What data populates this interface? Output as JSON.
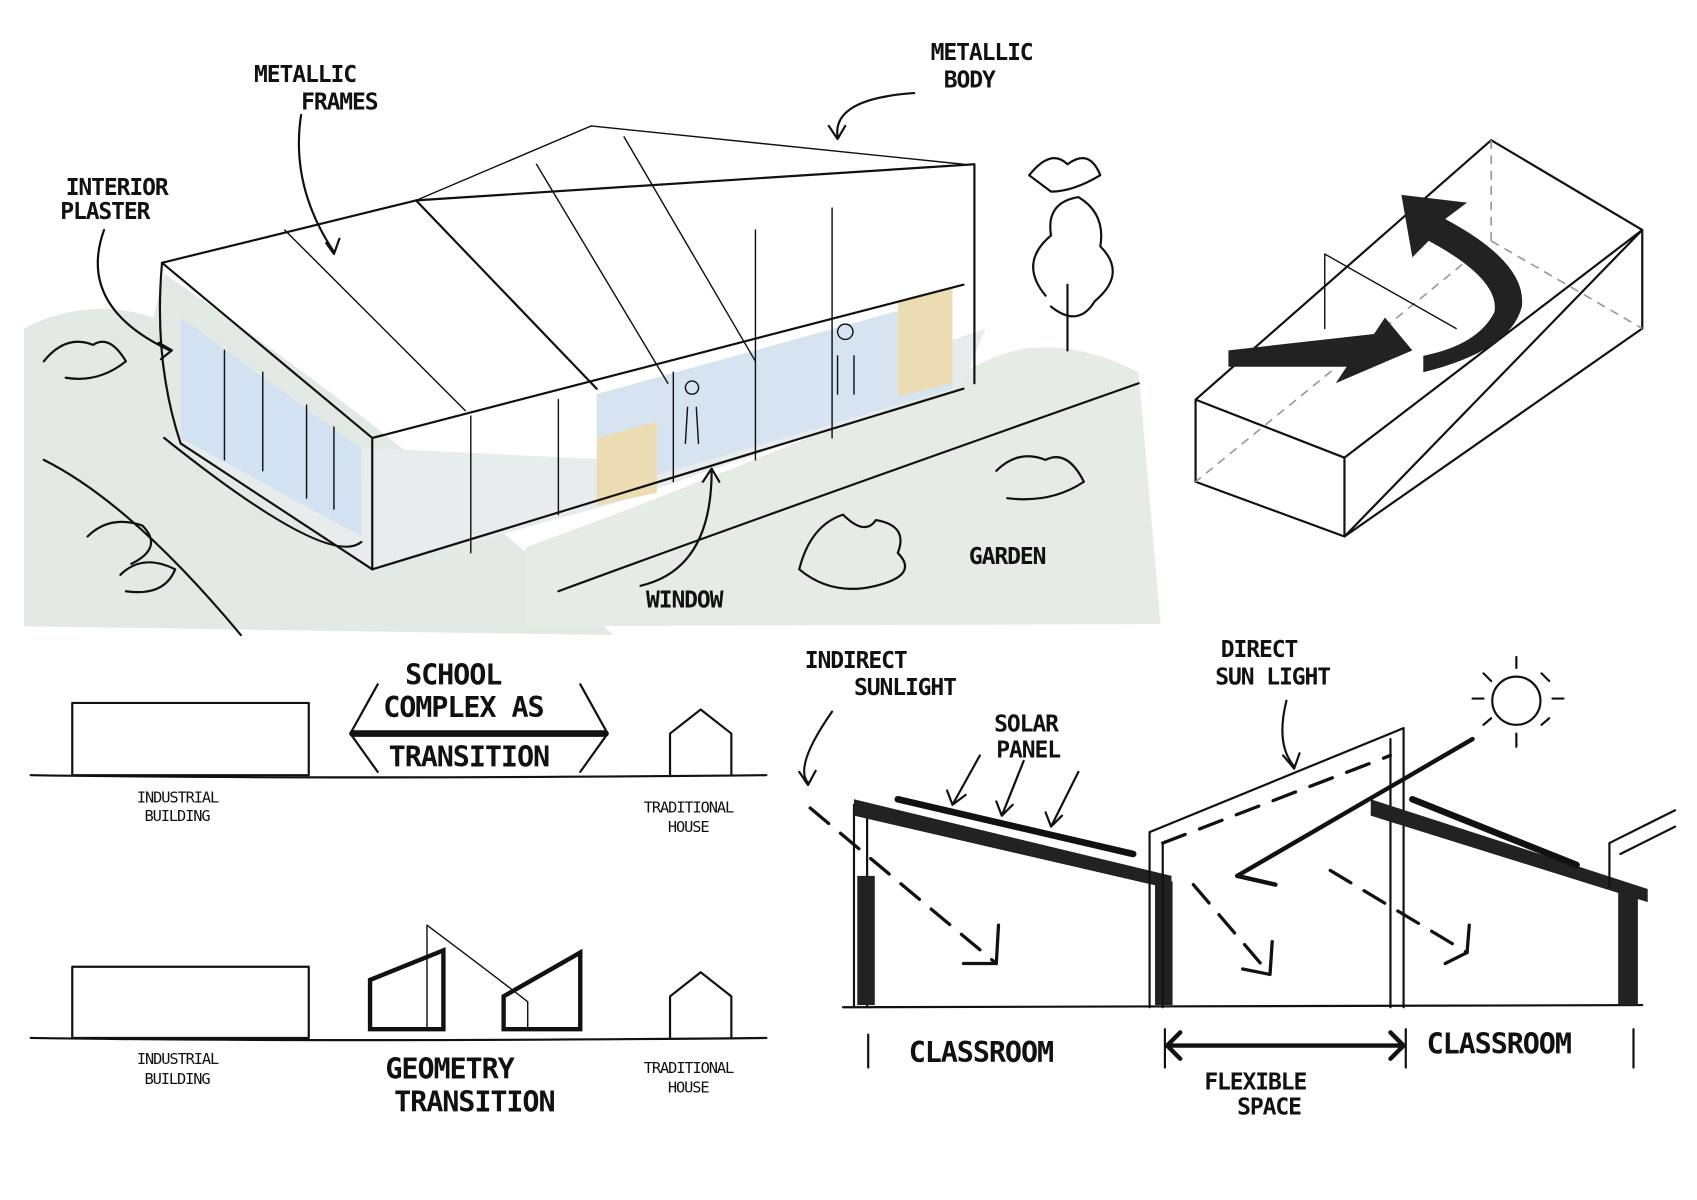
{
  "isometric_sketch": {
    "labels": {
      "metallic_frames": [
        "METALLIC",
        "FRAMES"
      ],
      "metallic_body": [
        "METALLIC",
        "BODY"
      ],
      "interior_plaster": [
        "INTERIOR",
        "PLASTER"
      ],
      "window": "WINDOW",
      "garden": "GARDEN"
    }
  },
  "sunlight_box": {},
  "transition_diagram": {
    "title": [
      "SCHOOL",
      "COMPLEX AS",
      "TRANSITION"
    ],
    "row1": {
      "left": [
        "INDUSTRIAL",
        "BUILDING"
      ],
      "right": [
        "TRADITIONAL",
        "HOUSE"
      ]
    },
    "row2": {
      "left": [
        "INDUSTRIAL",
        "BUILDING"
      ],
      "middle": [
        "GEOMETRY",
        "TRANSITION"
      ],
      "right": [
        "TRADITIONAL",
        "HOUSE"
      ]
    }
  },
  "section_diagram": {
    "indirect_sunlight": [
      "INDIRECT",
      "SUNLIGHT"
    ],
    "direct_sunlight": [
      "DIRECT",
      "SUN LIGHT"
    ],
    "solar_panel": [
      "SOLAR",
      "PANEL"
    ],
    "classroom_left": "CLASSROOM",
    "classroom_right": "CLASSROOM",
    "flexible_space": [
      "FLEXIBLE",
      "SPACE"
    ]
  },
  "colors": {
    "ink": "#111111",
    "wash_green": "#dfe6e0",
    "glass_blue": "#cfe0f0",
    "wood": "#ecdcb4"
  }
}
